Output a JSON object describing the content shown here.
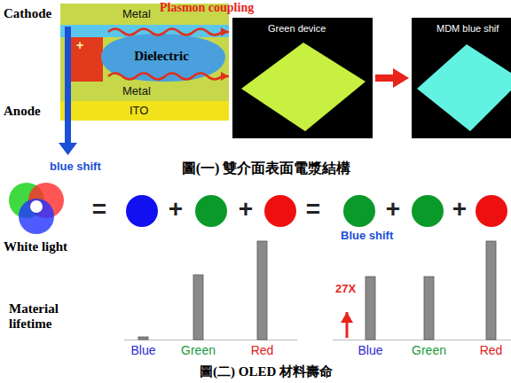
{
  "diagram": {
    "nodes": [
      {
        "text": [
          "Metal"
        ]
      },
      {
        "text": [
          "Dielectric"
        ]
      },
      {
        "text": [
          "Metal"
        ]
      },
      {
        "text": [
          "ITO"
        ]
      },
      {
        "text": [
          "Green device"
        ]
      },
      {
        "text": [
          "MDM blue shif"
        ]
      }
    ],
    "edges": [
      {
        "from": 4,
        "to": 5,
        "arrow": "to"
      }
    ],
    "labels": [
      "Cathode",
      "Anode",
      "Plasmon coupling",
      "+",
      "blue shift",
      "圖(一) 雙介面表面電漿結構",
      "White light",
      "=",
      "+",
      "+",
      "=",
      "+",
      "+",
      "Blue shift",
      "Material lifetime",
      "Blue",
      "Green",
      "Red",
      "27X",
      "Blue",
      "Green",
      "Red",
      "圖(二) OLED 材料壽命"
    ]
  }
}
